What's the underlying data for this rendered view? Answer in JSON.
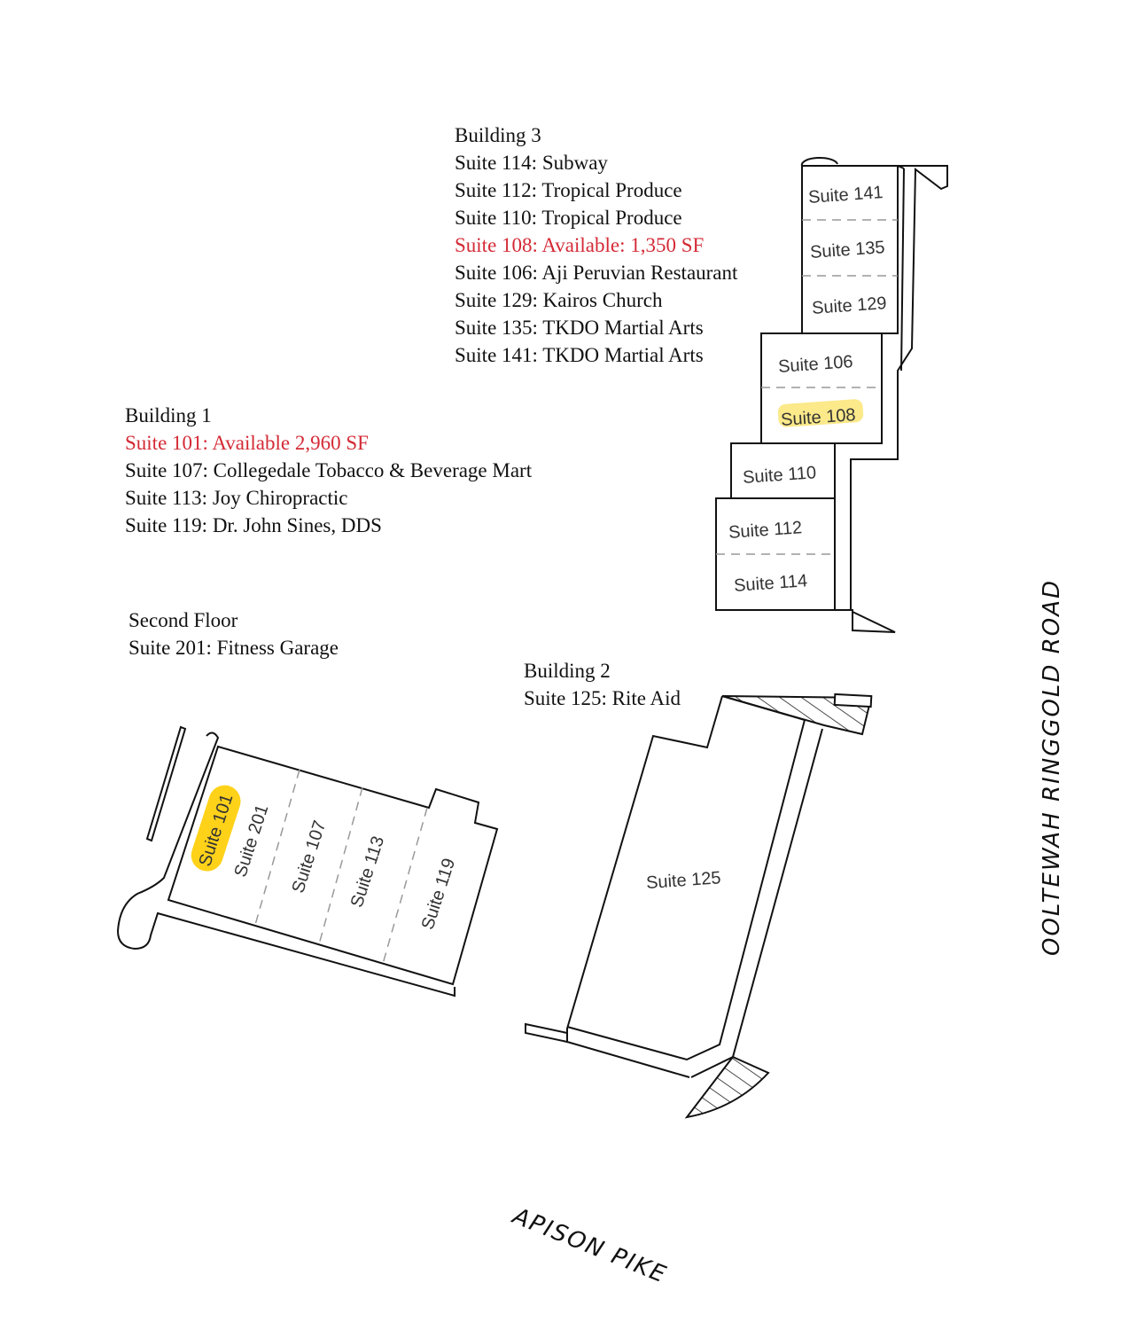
{
  "building3": {
    "title": "Building 3",
    "tenants": [
      "Suite 114: Subway",
      "Suite 112: Tropical Produce",
      "Suite 110: Tropical Produce",
      "Suite 108: Available: 1,350 SF",
      "Suite 106: Aji Peruvian Restaurant",
      "Suite 129: Kairos Church",
      "Suite 135: TKDO Martial Arts",
      "Suite 141: TKDO Martial Arts"
    ],
    "suite_labels": [
      "Suite 141",
      "Suite 135",
      "Suite 129",
      "Suite 106",
      "Suite 108",
      "Suite 110",
      "Suite 112",
      "Suite 114"
    ]
  },
  "building1": {
    "title": "Building 1",
    "tenants": [
      "Suite 101: Available 2,960 SF",
      "Suite 107: Collegedale Tobacco & Beverage Mart",
      "Suite 113: Joy Chiropractic",
      "Suite 119: Dr. John Sines, DDS"
    ],
    "suite_labels": [
      "Suite 101",
      "Suite 201",
      "Suite 107",
      "Suite 113",
      "Suite 119"
    ]
  },
  "second_floor": {
    "title": "Second Floor",
    "tenants": [
      "Suite 201: Fitness Garage"
    ]
  },
  "building2": {
    "title": "Building 2",
    "tenants": [
      "Suite 125: Rite Aid"
    ],
    "suite_labels": [
      "Suite 125"
    ]
  },
  "roads": {
    "east": "OOLTEWAH RINGGOLD ROAD",
    "south": "APISON PIKE"
  },
  "colors": {
    "available": "#d42a36",
    "highlight": "#ffd21a",
    "highlight_light": "#fbe98a"
  }
}
